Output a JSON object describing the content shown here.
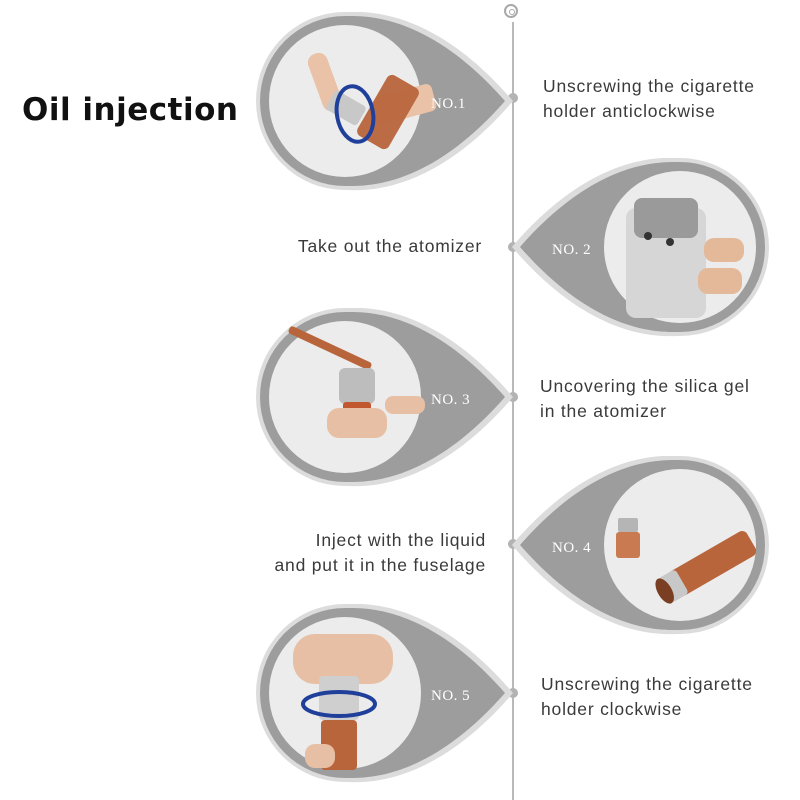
{
  "title": "Oil injection",
  "steps": [
    {
      "label": "NO.1",
      "lines": [
        "Unscrewing the cigarette",
        "holder anticlockwise"
      ]
    },
    {
      "label": "NO. 2",
      "lines": [
        "Take out the atomizer"
      ]
    },
    {
      "label": "NO. 3",
      "lines": [
        "Uncovering the silica gel",
        "in the atomizer"
      ]
    },
    {
      "label": "NO. 4",
      "lines": [
        "Inject with the liquid",
        "and put it in the fuselage"
      ]
    },
    {
      "label": "NO. 5",
      "lines": [
        "Unscrewing the cigarette",
        "holder clockwise"
      ]
    }
  ],
  "colors": {
    "drop_fill": "#9d9d9d",
    "drop_ring": "#dcdcdc",
    "photo_bg": "#e9e9e9",
    "device_body": "#b8653c",
    "metal": "#c8c8c8",
    "arrow_blue": "#1f3f9a",
    "line": "#b9b9b9"
  }
}
